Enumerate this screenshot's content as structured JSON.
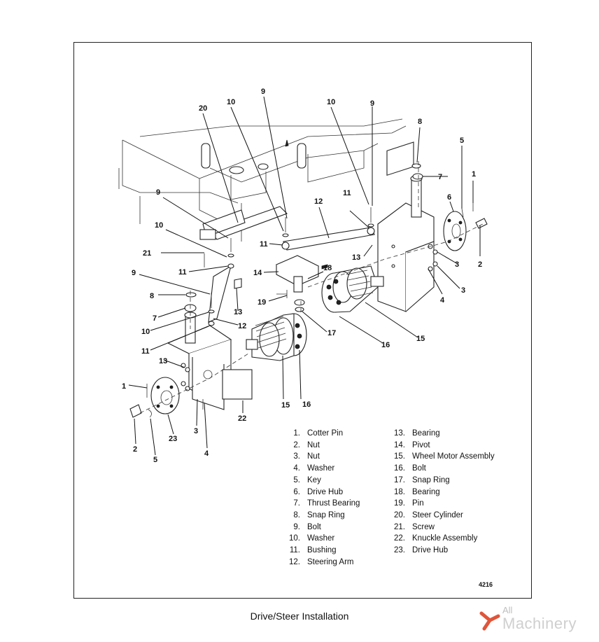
{
  "caption": "Drive/Steer Installation",
  "figure_number": "4216",
  "watermark": {
    "line1": "All",
    "line2": "Machinery",
    "logo_color": "#e0553a",
    "text_color": "#c8c8c8"
  },
  "callouts": [
    "20",
    "10",
    "9",
    "10",
    "9",
    "8",
    "5",
    "7",
    "1",
    "6",
    "2",
    "3",
    "3",
    "4",
    "12",
    "11",
    "11",
    "13",
    "14",
    "18",
    "9",
    "10",
    "21",
    "11",
    "19",
    "17",
    "16",
    "15",
    "9",
    "8",
    "7",
    "10",
    "11",
    "13",
    "12",
    "13",
    "1",
    "23",
    "2",
    "5",
    "22",
    "3",
    "4",
    "15",
    "16"
  ],
  "legend_left": [
    {
      "num": "1.",
      "label": "Cotter Pin"
    },
    {
      "num": "2.",
      "label": "Nut"
    },
    {
      "num": "3.",
      "label": "Nut"
    },
    {
      "num": "4.",
      "label": "Washer"
    },
    {
      "num": "5.",
      "label": "Key"
    },
    {
      "num": "6.",
      "label": "Drive Hub"
    },
    {
      "num": "7.",
      "label": "Thrust Bearing"
    },
    {
      "num": "8.",
      "label": "Snap Ring"
    },
    {
      "num": "9.",
      "label": "Bolt"
    },
    {
      "num": "10.",
      "label": "Washer"
    },
    {
      "num": "11.",
      "label": "Bushing"
    },
    {
      "num": "12.",
      "label": "Steering Arm"
    }
  ],
  "legend_right": [
    {
      "num": "13.",
      "label": "Bearing"
    },
    {
      "num": "14.",
      "label": "Pivot"
    },
    {
      "num": "15.",
      "label": "Wheel Motor Assembly"
    },
    {
      "num": "16.",
      "label": "Bolt"
    },
    {
      "num": "17.",
      "label": "Snap Ring"
    },
    {
      "num": "18.",
      "label": "Bearing"
    },
    {
      "num": "19.",
      "label": "Pin"
    },
    {
      "num": "20.",
      "label": "Steer Cylinder"
    },
    {
      "num": "21.",
      "label": "Screw"
    },
    {
      "num": "22.",
      "label": "Knuckle Assembly"
    },
    {
      "num": "23.",
      "label": "Drive Hub"
    }
  ]
}
